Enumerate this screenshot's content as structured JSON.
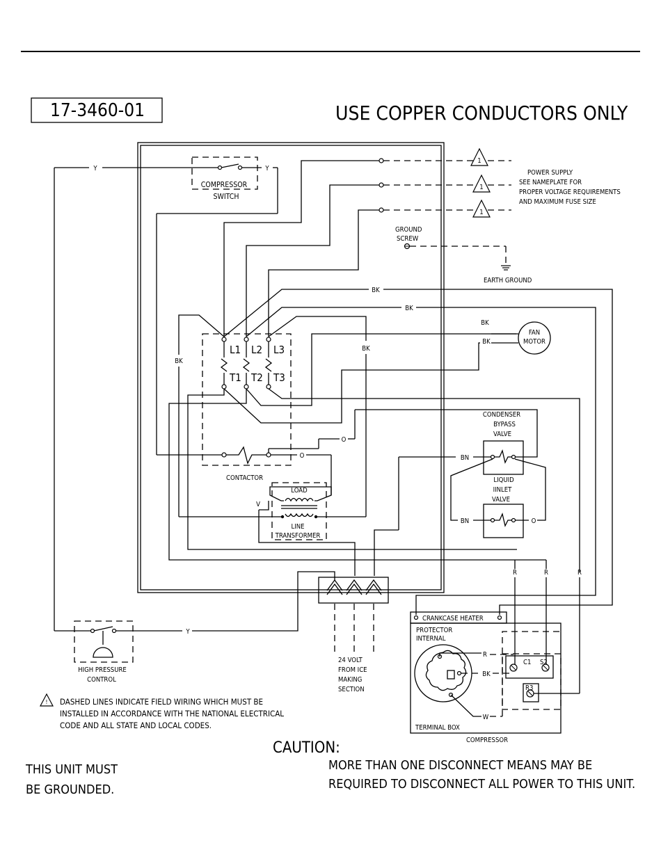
{
  "doc_number": "17-3460-01",
  "headline": "USE COPPER CONDUCTORS ONLY",
  "power_supply_note": [
    "POWER SUPPLY",
    "SEE NAMEPLATE FOR",
    "PROPER VOLTAGE REQUIREMENTS",
    "AND MAXIMUM FUSE SIZE"
  ],
  "ground_screw": [
    "GROUND",
    "SCREW"
  ],
  "earth_ground": "EARTH GROUND",
  "compressor_switch": [
    "COMPRESSOR",
    "SWITCH"
  ],
  "contactor": "CONTACTOR",
  "terminals": {
    "l1": "L1",
    "l2": "L2",
    "l3": "L3",
    "t1": "T1",
    "t2": "T2",
    "t3": "T3"
  },
  "fan_motor": [
    "FAN",
    "MOTOR"
  ],
  "condenser_valve": [
    "CONDENSER",
    "BYPASS",
    "VALVE"
  ],
  "liquid_valve": [
    "LIQUID",
    "IINLET",
    "VALVE"
  ],
  "load": "LOAD",
  "line_transformer": [
    "LINE",
    "TRANSFORMER"
  ],
  "high_pressure": [
    "HIGH PRESSURE",
    "CONTROL"
  ],
  "ice_section": [
    "24 VOLT",
    "FROM ICE",
    "MAKING",
    "SECTION"
  ],
  "crankcase_heater": "CRANKCASE HEATER",
  "protector": [
    "PROTECTOR",
    "INTERNAL"
  ],
  "terminal_box": "TERMINAL BOX",
  "compressor": "COMPRESSOR",
  "terminal_labels": {
    "c1": "C1",
    "s2": "S2",
    "r3": "R3"
  },
  "triangle_marks": [
    "1",
    "1",
    "1"
  ],
  "warn_mark": "!",
  "wire_colors": {
    "y": "Y",
    "bk": "BK",
    "bn": "BN",
    "o": "O",
    "r": "R",
    "w": "W",
    "v": "V"
  },
  "field_wiring_note": [
    "DASHED LINES INDICATE FIELD WIRING WHICH MUST BE",
    "INSTALLED IN ACCORDANCE WITH THE NATIONAL ELECTRICAL",
    "CODE AND ALL STATE AND LOCAL CODES."
  ],
  "caution_title": "CAUTION:",
  "caution_text": [
    "MORE THAN ONE DISCONNECT MEANS MAY BE",
    "REQUIRED TO DISCONNECT ALL POWER TO THIS UNIT."
  ],
  "ground_note": [
    "THIS UNIT MUST",
    "BE GROUNDED."
  ]
}
